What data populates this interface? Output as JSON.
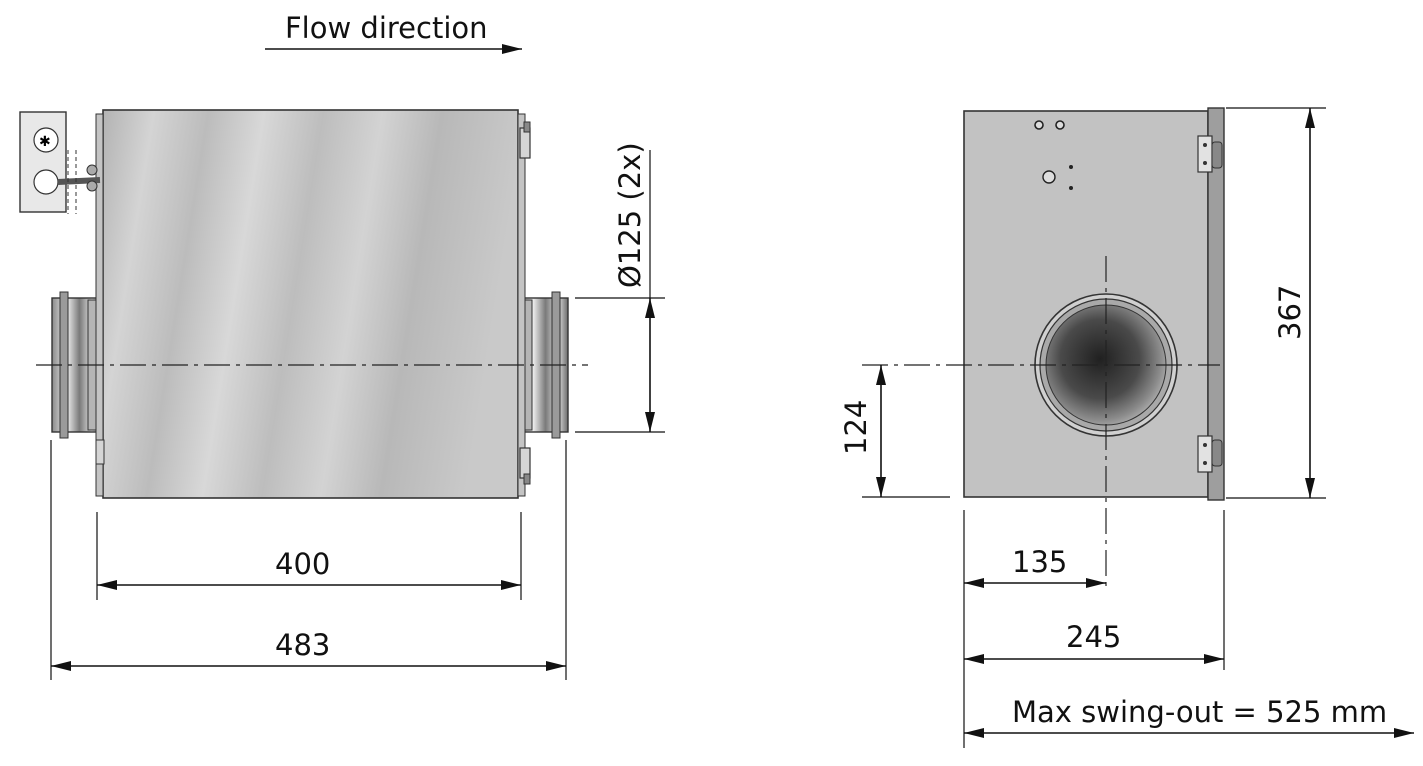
{
  "title": "Flow direction",
  "dimensions": {
    "side_length": "400",
    "overall_length": "483",
    "duct_diameter": "Ø125 (2x)",
    "front_height": "367",
    "spigot_height": "124",
    "spigot_offset": "135",
    "front_width": "245",
    "swing_out": "Max swing-out = 525 mm"
  }
}
